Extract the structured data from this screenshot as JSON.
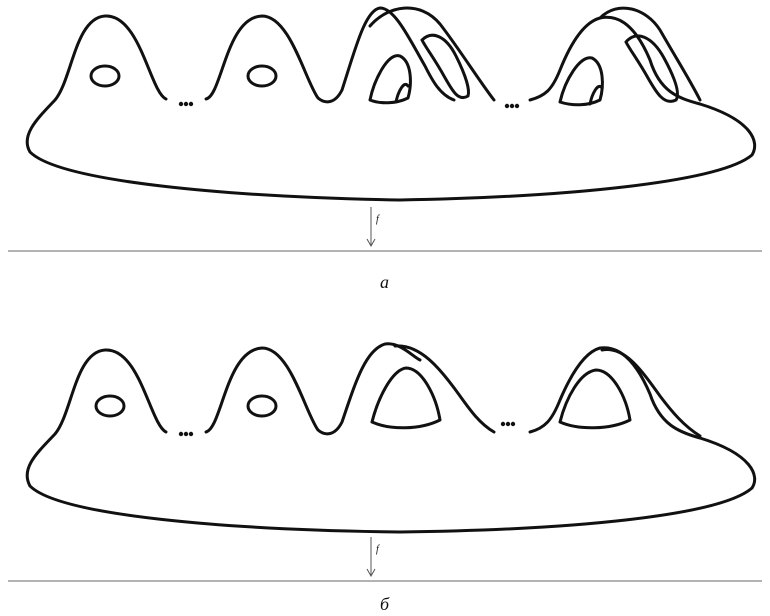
{
  "figures": [
    {
      "id": "a",
      "caption": "а",
      "map_label": "f"
    },
    {
      "id": "b",
      "caption": "б",
      "map_label": "f"
    }
  ]
}
